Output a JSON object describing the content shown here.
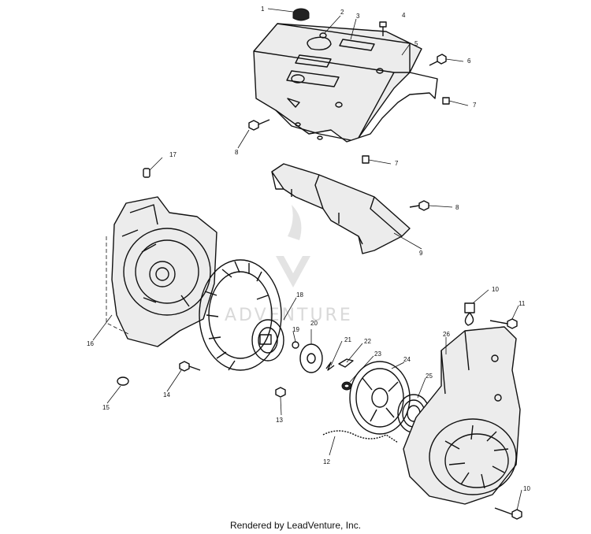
{
  "footer": {
    "credit": "Rendered by LeadVenture, Inc."
  },
  "watermark": {
    "text": "ADVENTURE"
  },
  "callouts": [
    {
      "id": "c1",
      "label": "1"
    },
    {
      "id": "c2",
      "label": "2"
    },
    {
      "id": "c3",
      "label": "3"
    },
    {
      "id": "c4",
      "label": "4"
    },
    {
      "id": "c5",
      "label": "5"
    },
    {
      "id": "c6",
      "label": "6"
    },
    {
      "id": "c7a",
      "label": "7"
    },
    {
      "id": "c7b",
      "label": "7"
    },
    {
      "id": "c8a",
      "label": "8"
    },
    {
      "id": "c8b",
      "label": "8"
    },
    {
      "id": "c9",
      "label": "9"
    },
    {
      "id": "c10a",
      "label": "10"
    },
    {
      "id": "c10b",
      "label": "10"
    },
    {
      "id": "c11",
      "label": "11"
    },
    {
      "id": "c12",
      "label": "12"
    },
    {
      "id": "c13",
      "label": "13"
    },
    {
      "id": "c14",
      "label": "14"
    },
    {
      "id": "c15",
      "label": "15"
    },
    {
      "id": "c16",
      "label": "16"
    },
    {
      "id": "c17",
      "label": "17"
    },
    {
      "id": "c18",
      "label": "18"
    },
    {
      "id": "c19",
      "label": "19"
    },
    {
      "id": "c20",
      "label": "20"
    },
    {
      "id": "c21",
      "label": "21"
    },
    {
      "id": "c22",
      "label": "22"
    },
    {
      "id": "c23",
      "label": "23"
    },
    {
      "id": "c24",
      "label": "24"
    },
    {
      "id": "c25",
      "label": "25"
    },
    {
      "id": "c26",
      "label": "26"
    }
  ]
}
